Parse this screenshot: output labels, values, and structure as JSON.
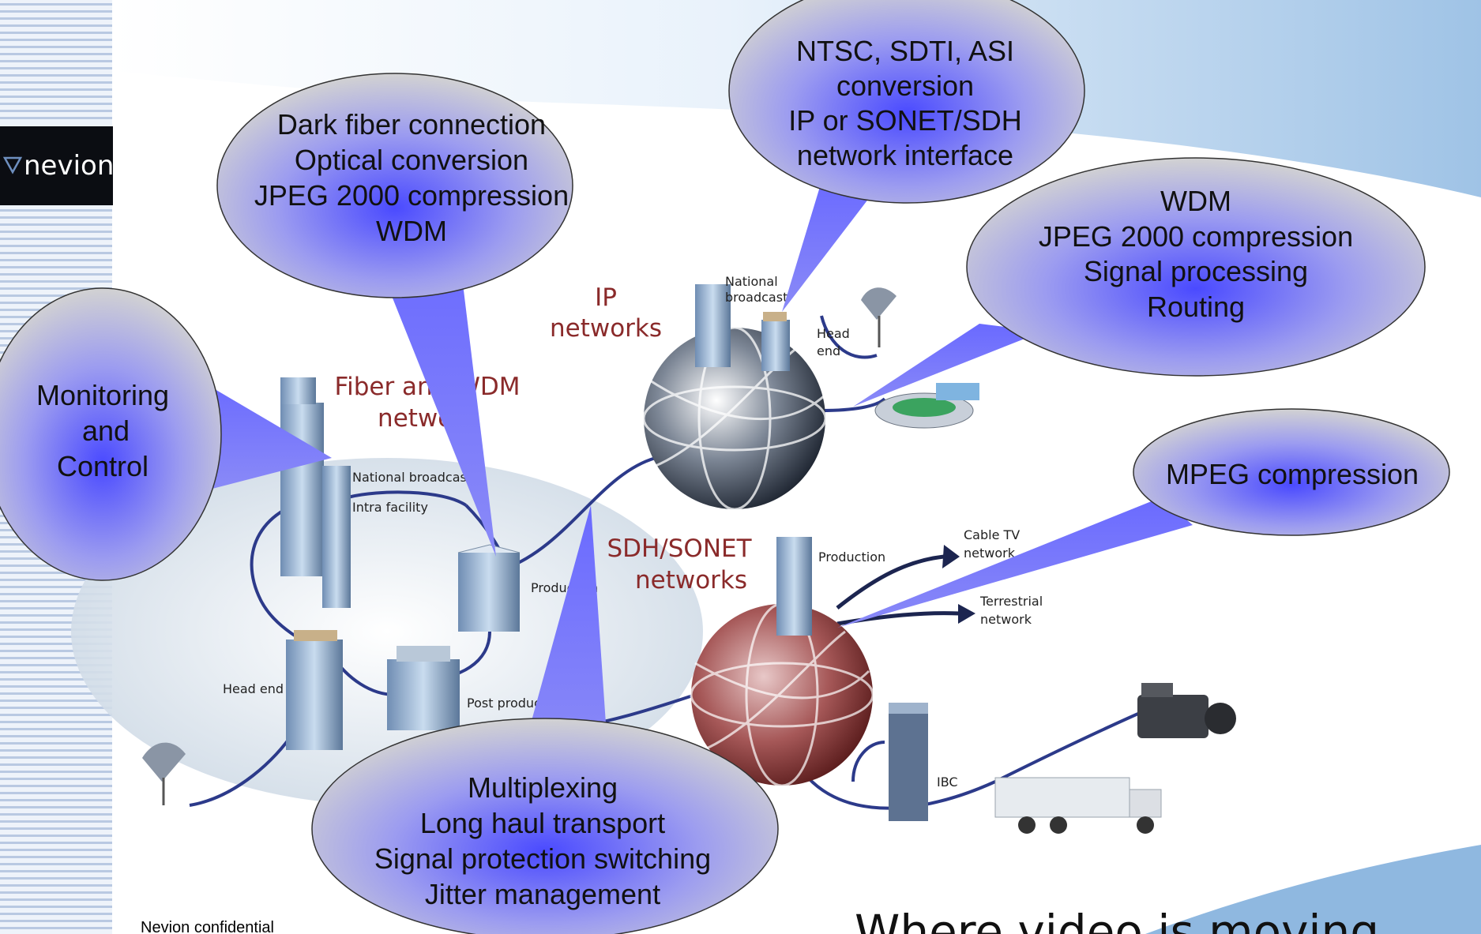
{
  "brand": {
    "logo_text": "nevion"
  },
  "footer": {
    "confidential": "Nevion confidential",
    "tagline": "Where video is moving"
  },
  "networks": {
    "ip": [
      "IP",
      "networks"
    ],
    "fiber": [
      "Fiber and WDM",
      "network"
    ],
    "sdh": [
      "SDH/SONET",
      "networks"
    ]
  },
  "site_labels": {
    "national_broadcast_top": [
      "National",
      "broadcast"
    ],
    "head_end_top": [
      "Head",
      "end"
    ],
    "national_broadcast": "National broadcast",
    "intra_facility": "Intra facility",
    "production_left": "Production",
    "head_end_left": "Head end",
    "post_production": "Post production",
    "production_right": "Production",
    "cable_tv": [
      "Cable TV",
      "network"
    ],
    "terrestrial": [
      "Terrestrial",
      "network"
    ],
    "ibc": "IBC"
  },
  "callouts": {
    "monitoring": [
      "Monitoring",
      "and",
      "Control"
    ],
    "dark_fiber": [
      "Dark fiber connection",
      "Optical conversion",
      "JPEG 2000 compression",
      "WDM"
    ],
    "ntsc": [
      "NTSC, SDTI, ASI",
      "conversion",
      "IP or SONET/SDH",
      "network interface"
    ],
    "wdm": [
      "WDM",
      "JPEG 2000 compression",
      "Signal processing",
      "Routing"
    ],
    "mpeg": [
      "MPEG compression"
    ],
    "multiplexing": [
      "Multiplexing",
      "Long haul transport",
      "Signal protection switching",
      "Jitter management"
    ]
  },
  "colors": {
    "bubble_fill": "#d2d2d2",
    "bubble_glow": "#5b5bff",
    "network_label": "#8a2a2a",
    "fiber_link": "#2c3a8a"
  }
}
